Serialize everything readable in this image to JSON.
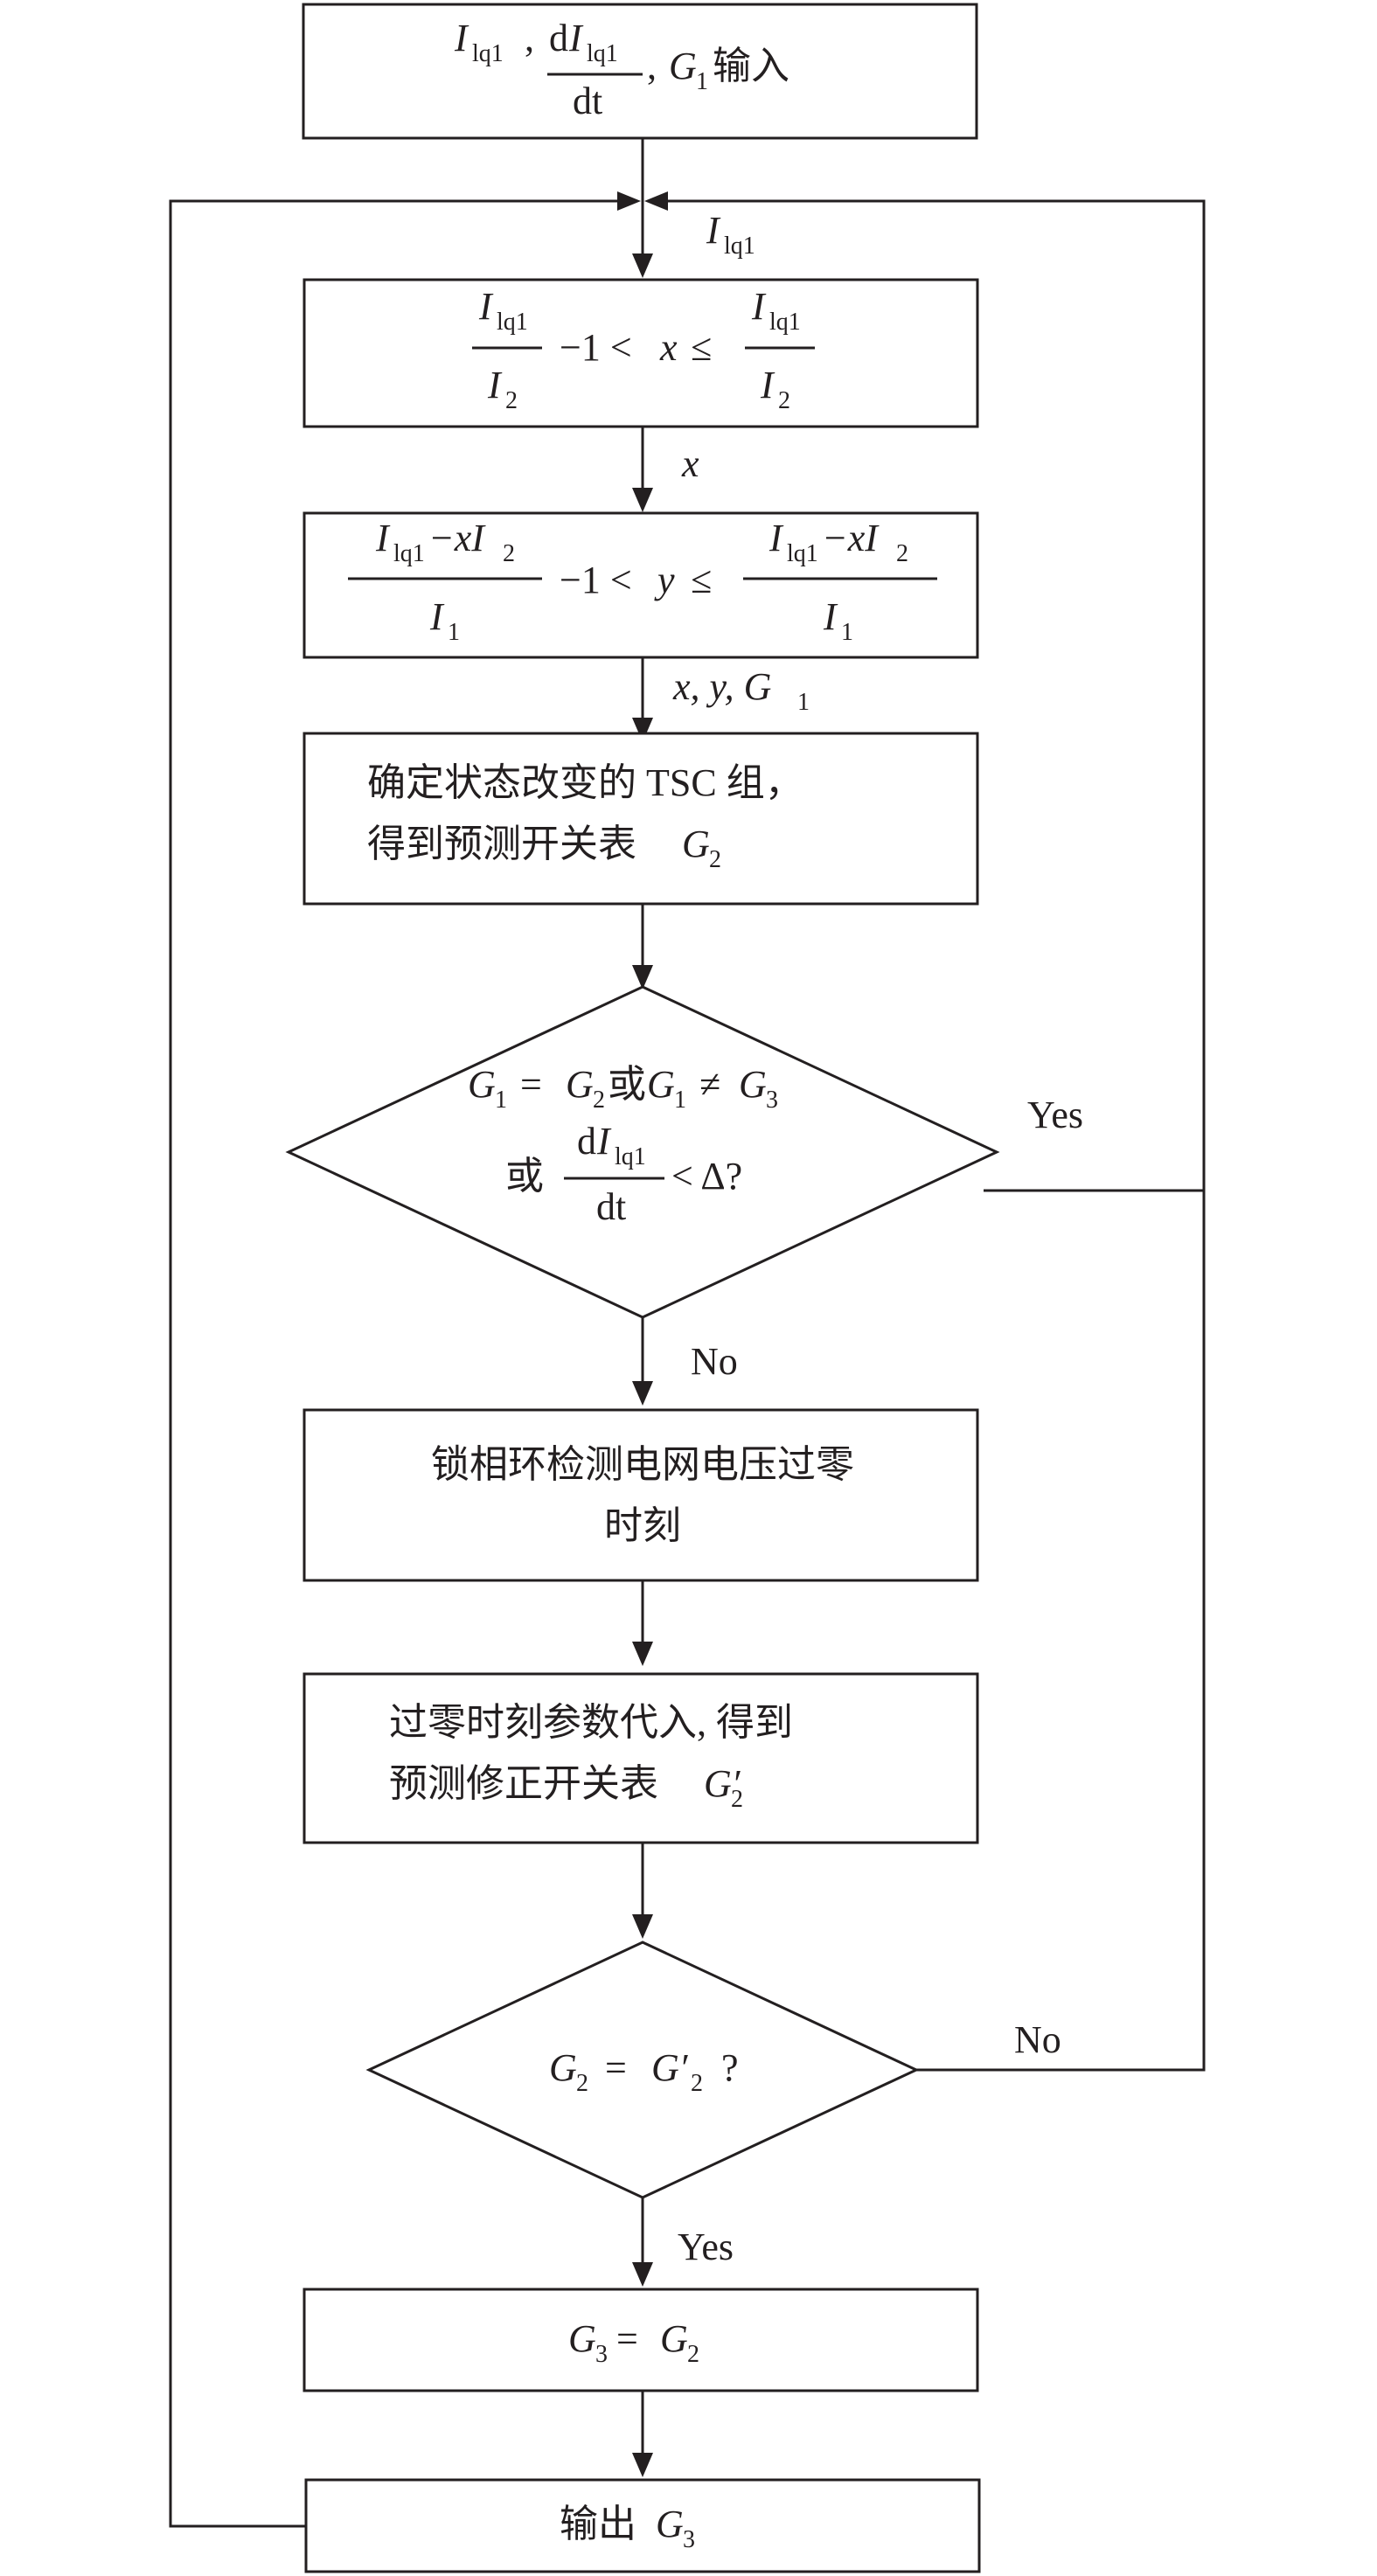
{
  "nodes": {
    "input": {
      "I": "I",
      "lq1": "lq1",
      "comma": ",",
      "d": "d",
      "dt": "dt",
      "G": "G",
      "sub1": "1",
      "label": "输入"
    },
    "bound_x": {
      "I": "I",
      "lq1": "lq1",
      "I2": "I",
      "sub2": "2",
      "minus1": "−1 <",
      "x": "x",
      "le": "≤"
    },
    "bound_y": {
      "num": "−xI",
      "I1": "I",
      "sub1": "1",
      "sub2": "2",
      "minus1": "−1 <",
      "y": "y",
      "le": "≤"
    },
    "determine": {
      "line1": "确定状态改变的 TSC 组，",
      "line2": "得到预测开关表",
      "G": "G",
      "sub2": "2"
    },
    "decision1": {
      "G": "G",
      "eq": "=",
      "or": "或",
      "neq": "≠",
      "lt": "< Δ?",
      "s1": "1",
      "s2": "2",
      "s3": "3"
    },
    "pll": {
      "line1": "锁相环检测电网电压过零",
      "line2": "时刻"
    },
    "correct": {
      "line1": "过零时刻参数代入, 得到",
      "line2": "预测修正开关表",
      "G": "G′",
      "sub2": "2"
    },
    "decision2": {
      "G": "G",
      "eq": "=",
      "Gp": "G′",
      "q": "?",
      "s2": "2"
    },
    "assign": {
      "G": "G",
      "eq": "=",
      "s3": "3",
      "s2": "2"
    },
    "output": {
      "label": "输出",
      "G": "G",
      "s3": "3"
    }
  },
  "edges": {
    "lbl_I": "I",
    "lbl_lq1": "lq1",
    "lbl_x": "x",
    "lbl_xyG": "x, y, G",
    "lbl_xyG_sub": "1",
    "yes1": "Yes",
    "no1": "No",
    "no2": "No",
    "yes2": "Yes"
  }
}
